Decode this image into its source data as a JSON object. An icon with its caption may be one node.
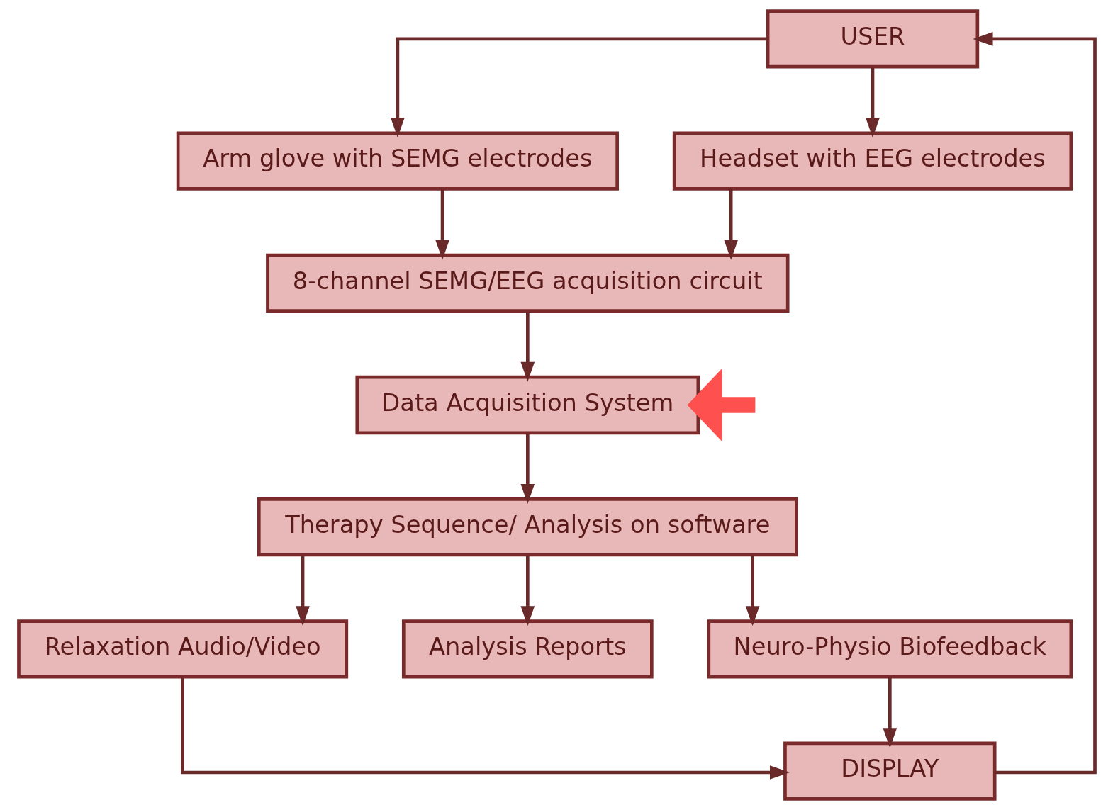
{
  "diagram": {
    "nodes": [
      {
        "text": [
          "USER"
        ]
      },
      {
        "text": [
          "Arm glove with SEMG electrodes"
        ]
      },
      {
        "text": [
          "Headset with EEG electrodes"
        ]
      },
      {
        "text": [
          "8-channel SEMG/EEG acquisition circuit"
        ]
      },
      {
        "text": [
          "Data Acquisition System"
        ]
      },
      {
        "text": [
          "Therapy Sequence/ Analysis on software"
        ]
      },
      {
        "text": [
          "Neuro-Physio Biofeedback"
        ]
      },
      {
        "text": [
          "Relaxation Audio/Video"
        ]
      },
      {
        "text": [
          "DISPLAY"
        ]
      },
      {
        "text": [
          "Analysis Reports"
        ]
      }
    ],
    "edges": [
      {
        "from": 0,
        "to": 1,
        "arrow": "to"
      },
      {
        "from": 0,
        "to": 2,
        "arrow": "to"
      },
      {
        "from": 1,
        "to": 3,
        "arrow": "to"
      },
      {
        "from": 2,
        "to": 3,
        "arrow": "to"
      },
      {
        "from": 3,
        "to": 4,
        "arrow": "to"
      },
      {
        "from": 4,
        "to": 5,
        "arrow": "to"
      },
      {
        "from": 5,
        "to": 6,
        "arrow": "to"
      },
      {
        "from": 5,
        "to": 7,
        "arrow": "to"
      },
      {
        "from": 5,
        "to": 9,
        "arrow": "to"
      },
      {
        "from": 6,
        "to": 8,
        "arrow": "to"
      },
      {
        "from": 7,
        "to": 8,
        "arrow": "to"
      },
      {
        "from": 8,
        "to": 0,
        "arrow": "to"
      },
      {
        "from": null,
        "to": 4,
        "arrow": "to",
        "style": "thick",
        "color": "#ff5050"
      }
    ]
  }
}
